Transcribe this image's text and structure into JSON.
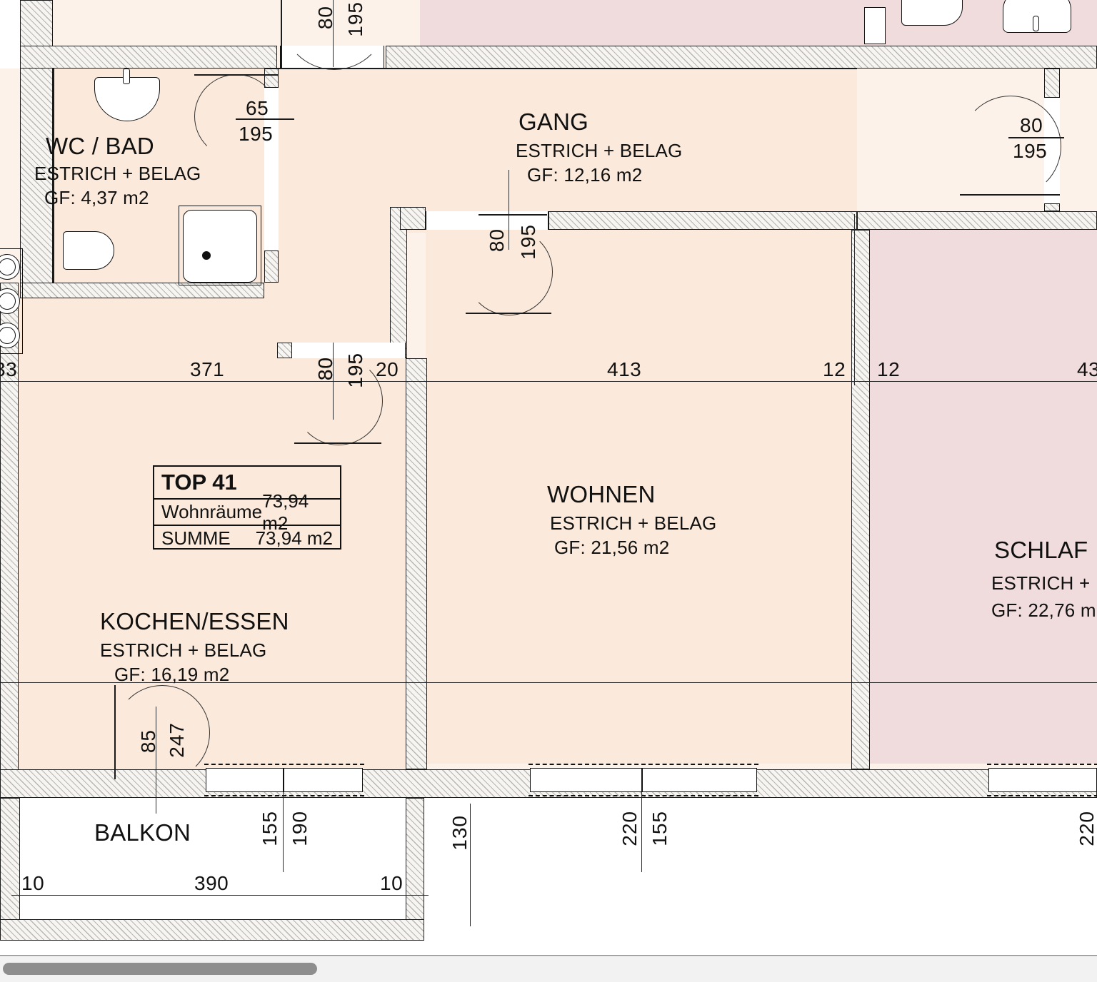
{
  "document": {
    "type": "architectural-floor-plan",
    "unit_label": "TOP 41",
    "viewer": {
      "scrollbar": "horizontal",
      "thumb_fraction": 0.29
    }
  },
  "legend": {
    "title": "TOP 41",
    "rows": [
      {
        "key": "Wohnräume",
        "value": "73,94 m2"
      },
      {
        "key": "SUMME",
        "value": "73,94 m2"
      }
    ]
  },
  "rooms": [
    {
      "id": "wc-bad",
      "name": "WC / BAD",
      "finish": "ESTRICH + BELAG",
      "area": "GF: 4,37 m2",
      "fill": "#fbeadb"
    },
    {
      "id": "gang",
      "name": "GANG",
      "finish": "ESTRICH + BELAG",
      "area": "GF: 12,16 m2",
      "fill": "#fbeadb"
    },
    {
      "id": "kochen-essen",
      "name": "KOCHEN/ESSEN",
      "finish": "ESTRICH + BELAG",
      "area": "GF: 16,19 m2",
      "fill": "#fbeadb"
    },
    {
      "id": "wohnen",
      "name": "WOHNEN",
      "finish": "ESTRICH + BELAG",
      "area": "GF: 21,56 m2",
      "fill": "#fbeadb"
    },
    {
      "id": "schlafen",
      "name": "SCHLAF",
      "finish": "ESTRICH +",
      "area": "GF: 22,76 m",
      "fill": "#f1dcdd",
      "clipped": true
    },
    {
      "id": "balkon",
      "name": "BALKON",
      "finish": "",
      "area": "",
      "fill": "#ffffff"
    }
  ],
  "doors": [
    {
      "id": "door-gang-top",
      "width": "80",
      "height": "195"
    },
    {
      "id": "door-wc",
      "width": "65",
      "height": "195"
    },
    {
      "id": "door-wohnen",
      "width": "80",
      "height": "195"
    },
    {
      "id": "door-kochen",
      "width": "80",
      "height": "195"
    },
    {
      "id": "door-schlafen",
      "width": "80",
      "height": "195"
    },
    {
      "id": "door-balkon",
      "width": "85",
      "height": "247"
    }
  ],
  "dimensions": {
    "horizontal_mid": [
      {
        "value": "33"
      },
      {
        "value": "371"
      },
      {
        "value": "80"
      },
      {
        "value": "195"
      },
      {
        "value": "20"
      },
      {
        "value": "413"
      },
      {
        "value": "12"
      },
      {
        "value": "12"
      },
      {
        "value": "43"
      }
    ],
    "balcony": [
      {
        "value": "10"
      },
      {
        "value": "390"
      },
      {
        "value": "10"
      }
    ],
    "balcony_depth": {
      "value": "130"
    },
    "windows": [
      {
        "id": "win-kochen",
        "width": "155",
        "height": "190"
      },
      {
        "id": "win-wohnen",
        "width": "220",
        "height": "155"
      },
      {
        "id": "win-schlafen",
        "width": "220",
        "height": ""
      }
    ]
  }
}
